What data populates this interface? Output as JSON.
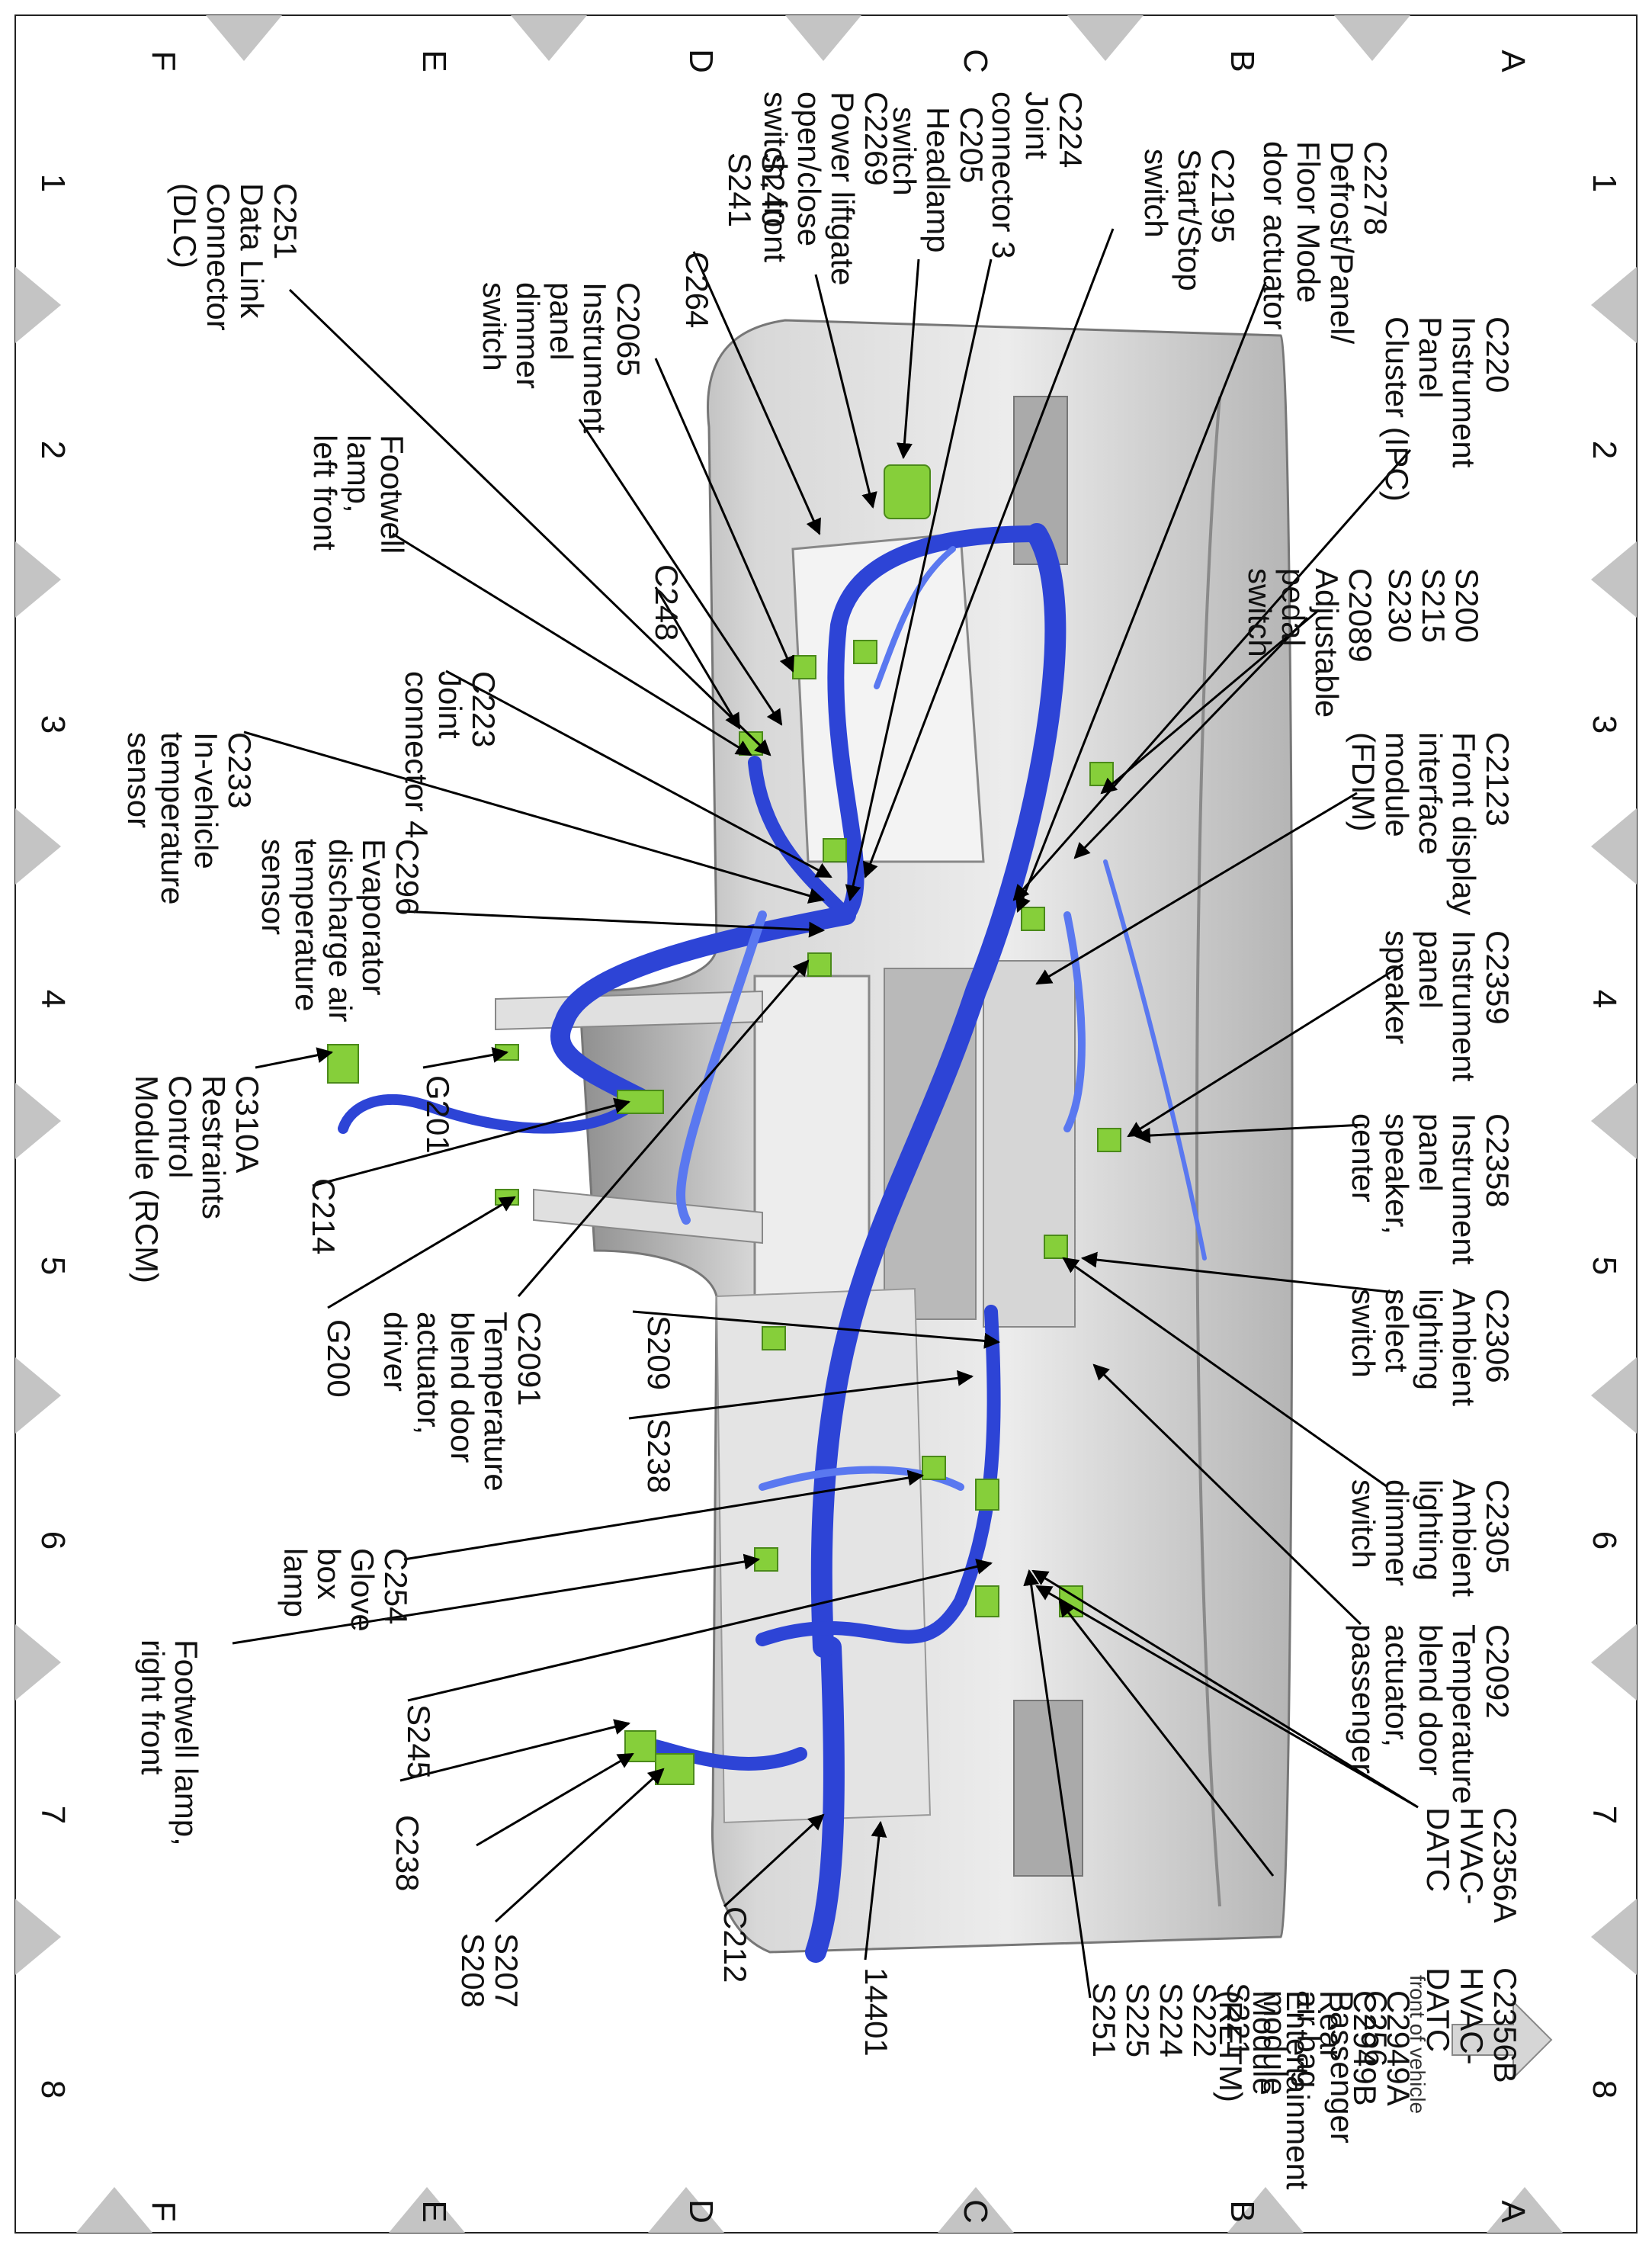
{
  "row_labels": [
    "A",
    "B",
    "C",
    "D",
    "E",
    "F"
  ],
  "column_labels": [
    "1",
    "2",
    "3",
    "4",
    "5",
    "6",
    "7",
    "8"
  ],
  "front_indicator": "front of vehicle",
  "colors": {
    "harness": "#2d44d6",
    "harness_light": "#5a78f0",
    "connector": "#86cf3a",
    "dash": "#cfcfcf",
    "dash_dark": "#9a9a9a",
    "border_triangle": "#c4c4c4"
  },
  "callouts": [
    {
      "id": "c2278",
      "lines": [
        "C2278",
        "Defrost/Panel/",
        "Floor Mode",
        "door actuator"
      ]
    },
    {
      "id": "c220",
      "lines": [
        "C220",
        "Instrument",
        "Panel",
        "Cluster (IPC)"
      ]
    },
    {
      "id": "c2089",
      "lines": [
        "C2089",
        "Adjustable",
        "pedal",
        "switch"
      ]
    },
    {
      "id": "s200",
      "lines": [
        "S200",
        "S215",
        "S230"
      ]
    },
    {
      "id": "c2123",
      "lines": [
        "C2123",
        "Front display",
        "interface",
        "module",
        "(FDIM)"
      ]
    },
    {
      "id": "c2359",
      "lines": [
        "C2359",
        "Instrument",
        "panel",
        "speaker"
      ]
    },
    {
      "id": "c2358",
      "lines": [
        "C2358",
        "Instrument",
        "panel",
        "speaker,",
        "center"
      ]
    },
    {
      "id": "c2306",
      "lines": [
        "C2306",
        "Ambient",
        "lighting",
        "select",
        "switch"
      ]
    },
    {
      "id": "c2305",
      "lines": [
        "C2305",
        "Ambient",
        "lighting",
        "dimmer",
        "switch"
      ]
    },
    {
      "id": "c2092",
      "lines": [
        "C2092",
        "Temperature",
        "blend door",
        "actuator,",
        "passenger"
      ]
    },
    {
      "id": "c2356a",
      "lines": [
        "C2356A",
        "HVAC-",
        "DATC"
      ]
    },
    {
      "id": "c2356b",
      "lines": [
        "C2356B",
        "HVAC-",
        "DATC"
      ]
    },
    {
      "id": "c256",
      "lines": [
        "C256",
        "Passenger",
        "air bag",
        "module"
      ]
    },
    {
      "id": "c2949",
      "lines": [
        "C2949A",
        "C2949B",
        "Rear",
        "Entertainment",
        "Module",
        "(RETM)"
      ]
    },
    {
      "id": "s221",
      "lines": [
        "S221",
        "S222",
        "S224",
        "S225",
        "S251"
      ]
    },
    {
      "id": "n14401",
      "lines": [
        "14401"
      ]
    },
    {
      "id": "c212",
      "lines": [
        "C212"
      ]
    },
    {
      "id": "s207",
      "lines": [
        "S207",
        "S208"
      ]
    },
    {
      "id": "c238",
      "lines": [
        "C238"
      ]
    },
    {
      "id": "s245",
      "lines": [
        "S245"
      ]
    },
    {
      "id": "footwell_rf",
      "lines": [
        "Footwell lamp,",
        "right front"
      ]
    },
    {
      "id": "c254",
      "lines": [
        "C254",
        "Glove",
        "box",
        "lamp"
      ]
    },
    {
      "id": "s238",
      "lines": [
        "S238"
      ]
    },
    {
      "id": "s209",
      "lines": [
        "S209"
      ]
    },
    {
      "id": "c2091",
      "lines": [
        "C2091",
        "Temperature",
        "blend door",
        "actuator,",
        "driver"
      ]
    },
    {
      "id": "g200",
      "lines": [
        "G200"
      ]
    },
    {
      "id": "c214",
      "lines": [
        "C214"
      ]
    },
    {
      "id": "g201",
      "lines": [
        "G201"
      ]
    },
    {
      "id": "c310a",
      "lines": [
        "C310A",
        "Restraints",
        "Control",
        "Module (RCM)"
      ]
    },
    {
      "id": "c296",
      "lines": [
        "C296",
        "Evaporator",
        "discharge air",
        "temperature",
        "sensor"
      ]
    },
    {
      "id": "c233",
      "lines": [
        "C233",
        "In-vehicle",
        "temperature",
        "sensor"
      ]
    },
    {
      "id": "c223",
      "lines": [
        "C223",
        "Joint",
        "connector 4"
      ]
    },
    {
      "id": "c248",
      "lines": [
        "C248"
      ]
    },
    {
      "id": "footwell_lf",
      "lines": [
        "Footwell",
        "lamp,",
        "left front"
      ]
    },
    {
      "id": "c2065",
      "lines": [
        "C2065",
        "Instrument",
        "panel",
        "dimmer",
        "switch"
      ]
    },
    {
      "id": "c264",
      "lines": [
        "C264"
      ]
    },
    {
      "id": "s240",
      "lines": [
        "S240",
        "S241"
      ]
    },
    {
      "id": "c251",
      "lines": [
        "C251",
        "Data Link",
        "Connector",
        "(DLC)"
      ]
    },
    {
      "id": "c2269",
      "lines": [
        "C2269",
        "Power liftgate",
        "open/close",
        "switch, front"
      ]
    },
    {
      "id": "c205",
      "lines": [
        "C205",
        "Headlamp",
        "switch"
      ]
    },
    {
      "id": "c224",
      "lines": [
        "C224",
        "Joint",
        "connector 3"
      ]
    },
    {
      "id": "c2195",
      "lines": [
        "C2195",
        "Start/Stop",
        "switch"
      ]
    }
  ]
}
